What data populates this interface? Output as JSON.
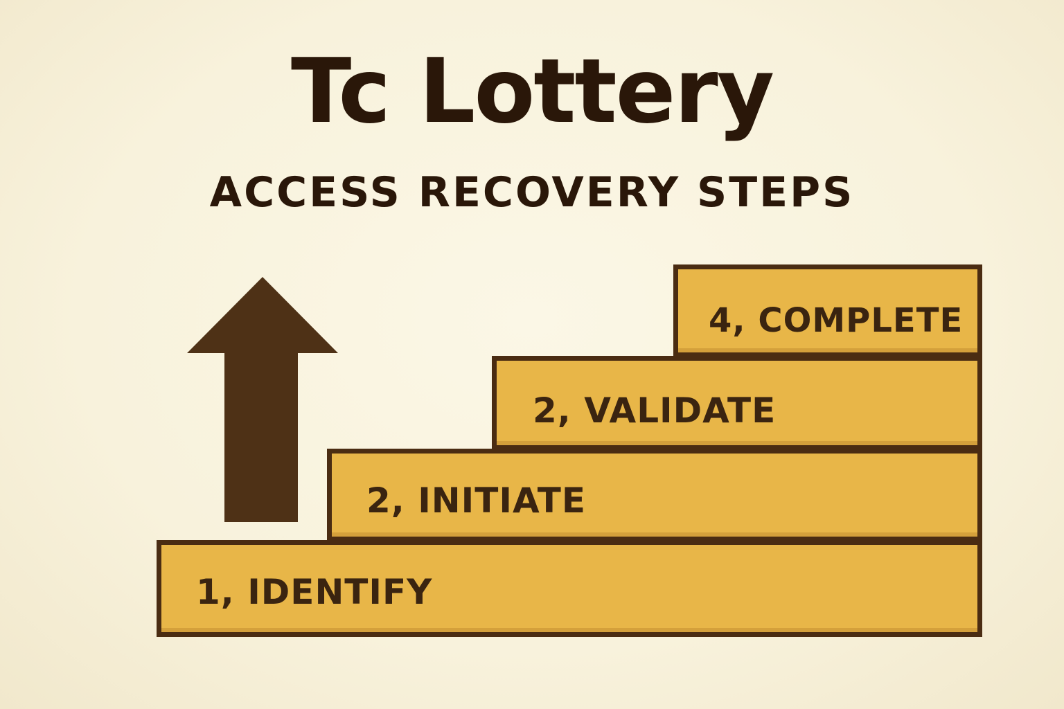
{
  "header": {
    "title": "Tc Lottery",
    "subtitle": "ACCESS RECOVERY STEPS"
  },
  "icons": {
    "arrow": "up-arrow-icon"
  },
  "steps": [
    {
      "label": "1, IDENTIFY"
    },
    {
      "label": "2, INITIATE"
    },
    {
      "label": "2, VALIDATE"
    },
    {
      "label": "4, COMPLETE"
    }
  ],
  "colors": {
    "background": "#f8f2dc",
    "step_fill": "#e8b648",
    "step_border": "#4a2c12",
    "arrow": "#4e3116",
    "text": "#2a1709"
  }
}
